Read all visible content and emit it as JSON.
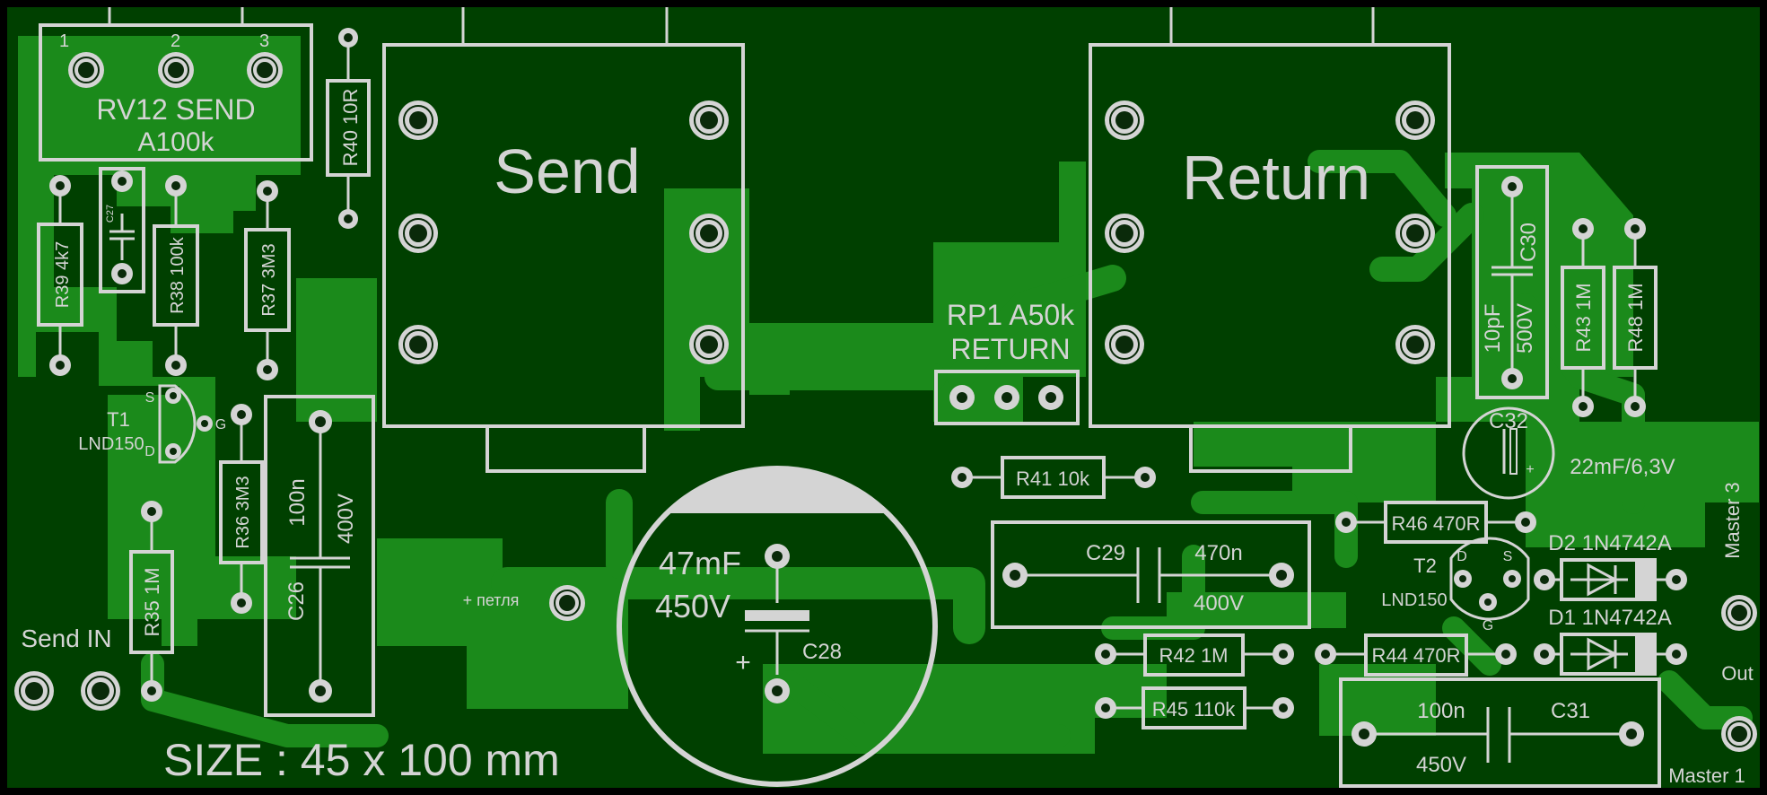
{
  "board": {
    "background_color": "#004000",
    "copper_color": "#1b8a1b",
    "silk_color": "#d4d4d4",
    "size_label": "SIZE : 45 x 100 mm"
  },
  "pots": {
    "rv12": {
      "pin1": "1",
      "pin2": "2",
      "pin3": "3",
      "name": "RV12  SEND",
      "value": "A100k"
    },
    "rp1": {
      "name": "RP1  A50k",
      "value": "RETURN"
    }
  },
  "jacks": {
    "send": "Send",
    "return": "Return"
  },
  "components": {
    "r40": "R40  10R",
    "r39": "R39  4k7",
    "c27": "C27",
    "r38": "R38  100k",
    "r37": "R37  3M3",
    "t1_name": "T1",
    "t1_type": "LND150",
    "t1_s": "S",
    "t1_g": "G",
    "t1_d": "D",
    "r36": "R36  3M3",
    "r35": "R35  1M",
    "c26_name": "C26",
    "c26_cap": "100n",
    "c26_volt": "400V",
    "c28_cap": "47mF",
    "c28_volt": "450V",
    "c28_name": "C28",
    "c28_plus": "+",
    "loop": "+ петля",
    "r41": "R41  10k",
    "c29_name": "C29",
    "c29_cap": "470n",
    "c29_volt": "400V",
    "r42": "R42   1M",
    "r45": "R45 110k",
    "r44": "R44  470R",
    "r46": "R46  470R",
    "t2_name": "T2",
    "t2_type": "LND150",
    "t2_d": "D",
    "t2_s": "S",
    "t2_g": "G",
    "c30_name": "C30",
    "c30_cap": "10pF",
    "c30_volt": "500V",
    "r43": "R43   1M",
    "r48": "R48   1M",
    "c32_name": "C32",
    "c32_value": "22mF/6,3V",
    "c32_plus": "+",
    "d2": "D2   1N4742A",
    "d1": "D1   1N4742A",
    "c31_cap": "100n",
    "c31_name": "C31",
    "c31_volt": "450V"
  },
  "connectors": {
    "send_in": "Send IN",
    "master3": "Master 3",
    "out": "Out",
    "master1": "Master 1"
  }
}
